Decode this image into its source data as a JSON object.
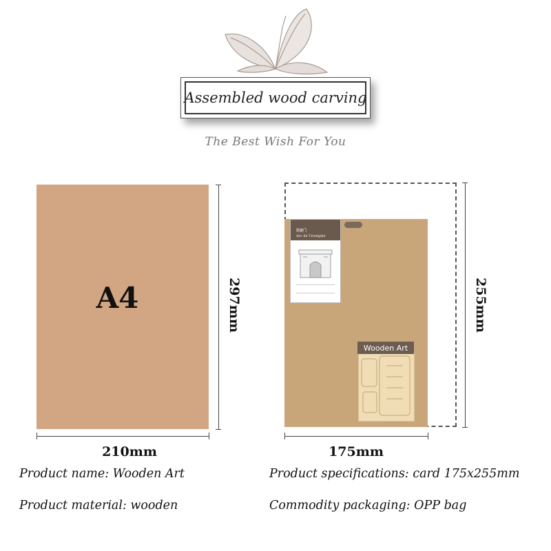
{
  "header": {
    "title": "Assembled wood carving",
    "tagline": "The Best Wish For You"
  },
  "a4": {
    "label": "A4",
    "width_label": "210mm",
    "height_label": "297mm",
    "fill_color": "#d3a683"
  },
  "package": {
    "width_label": "175mm",
    "height_label": "255mm",
    "tag_label": "Wooden Art",
    "card_title_cn": "凯旋门",
    "card_title": "Arc de Triomphe",
    "bag_color": "#c9a57a"
  },
  "specs": {
    "name": "Product name: Wooden Art",
    "material": "Product material: wooden",
    "specification": "Product specifications: card 175x255mm",
    "packaging": "Commodity packaging: OPP bag"
  }
}
